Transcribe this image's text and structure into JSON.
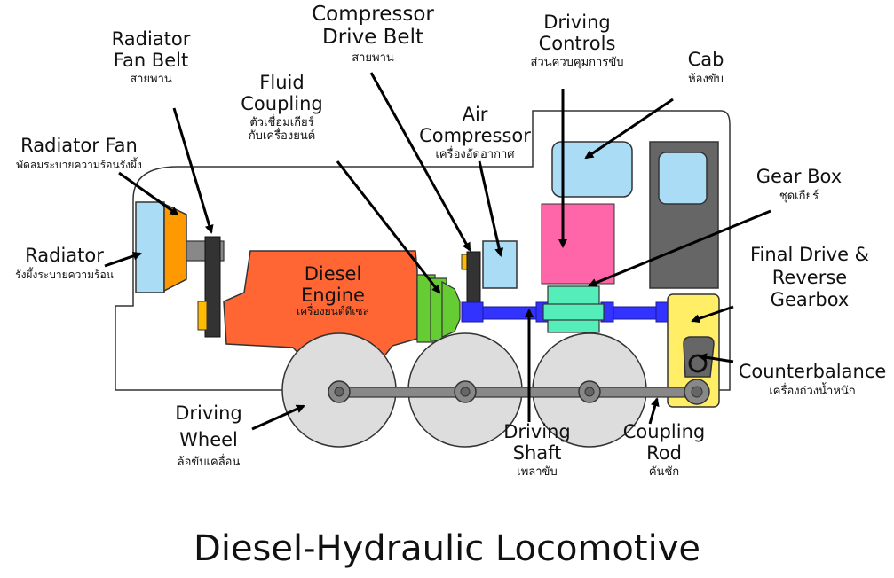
{
  "title": "Diesel-Hydraulic Locomotive",
  "labels": {
    "radiator_fan_belt": {
      "en": "Radiator\nFan Belt",
      "th": "สายพาน"
    },
    "compressor_drive_belt": {
      "en": "Compressor\nDrive Belt",
      "th": "สายพาน"
    },
    "driving_controls": {
      "en": "Driving\nControls",
      "th": "ส่วนควบคุมการขับ"
    },
    "cab": {
      "en": "Cab",
      "th": "ห้องขับ"
    },
    "fluid_coupling": {
      "en": "Fluid\nCoupling",
      "th": "ตัวเชื่อมเกียร์\nกับเครื่องยนต์"
    },
    "air_compressor": {
      "en": "Air\nCompressor",
      "th": "เครื่องอัดอากาศ"
    },
    "radiator_fan": {
      "en": "Radiator Fan",
      "th": "พัดลมระบายความร้อนรังผึ้ง"
    },
    "gear_box": {
      "en": "Gear Box",
      "th": "ชุดเกียร์"
    },
    "radiator": {
      "en": "Radiator",
      "th": "รังผึ้งระบายความร้อน"
    },
    "diesel_engine": {
      "en": "Diesel\nEngine",
      "th": "เครื่องยนต์ดีเซล"
    },
    "final_drive": {
      "en": "Final Drive &\nReverse\nGearbox",
      "th": ""
    },
    "counterbalance": {
      "en": "Counterbalance",
      "th": "เครื่องถ่วงน้ำหนัก"
    },
    "driving_wheel": {
      "en": "Driving\nWheel",
      "th": "ล้อขับเคลื่อน"
    },
    "driving_shaft": {
      "en": "Driving\nShaft",
      "th": "เพลาขับ"
    },
    "coupling_rod": {
      "en": "Coupling\nRod",
      "th": "คันชัก"
    }
  },
  "colors": {
    "engine": "#ff6633",
    "radiator": "#aadcf5",
    "fan": "#ff9900",
    "belt": "#333333",
    "coupling": "#66cc33",
    "shaft": "#3333ff",
    "gearbox": "#55eebb",
    "controls": "#ff66aa",
    "cab_window": "#aadcf5",
    "cab_door": "#666666",
    "final_drive": "#ffee66",
    "wheel": "#dddddd",
    "rod": "#888888",
    "small_part": "#ffbb00"
  }
}
